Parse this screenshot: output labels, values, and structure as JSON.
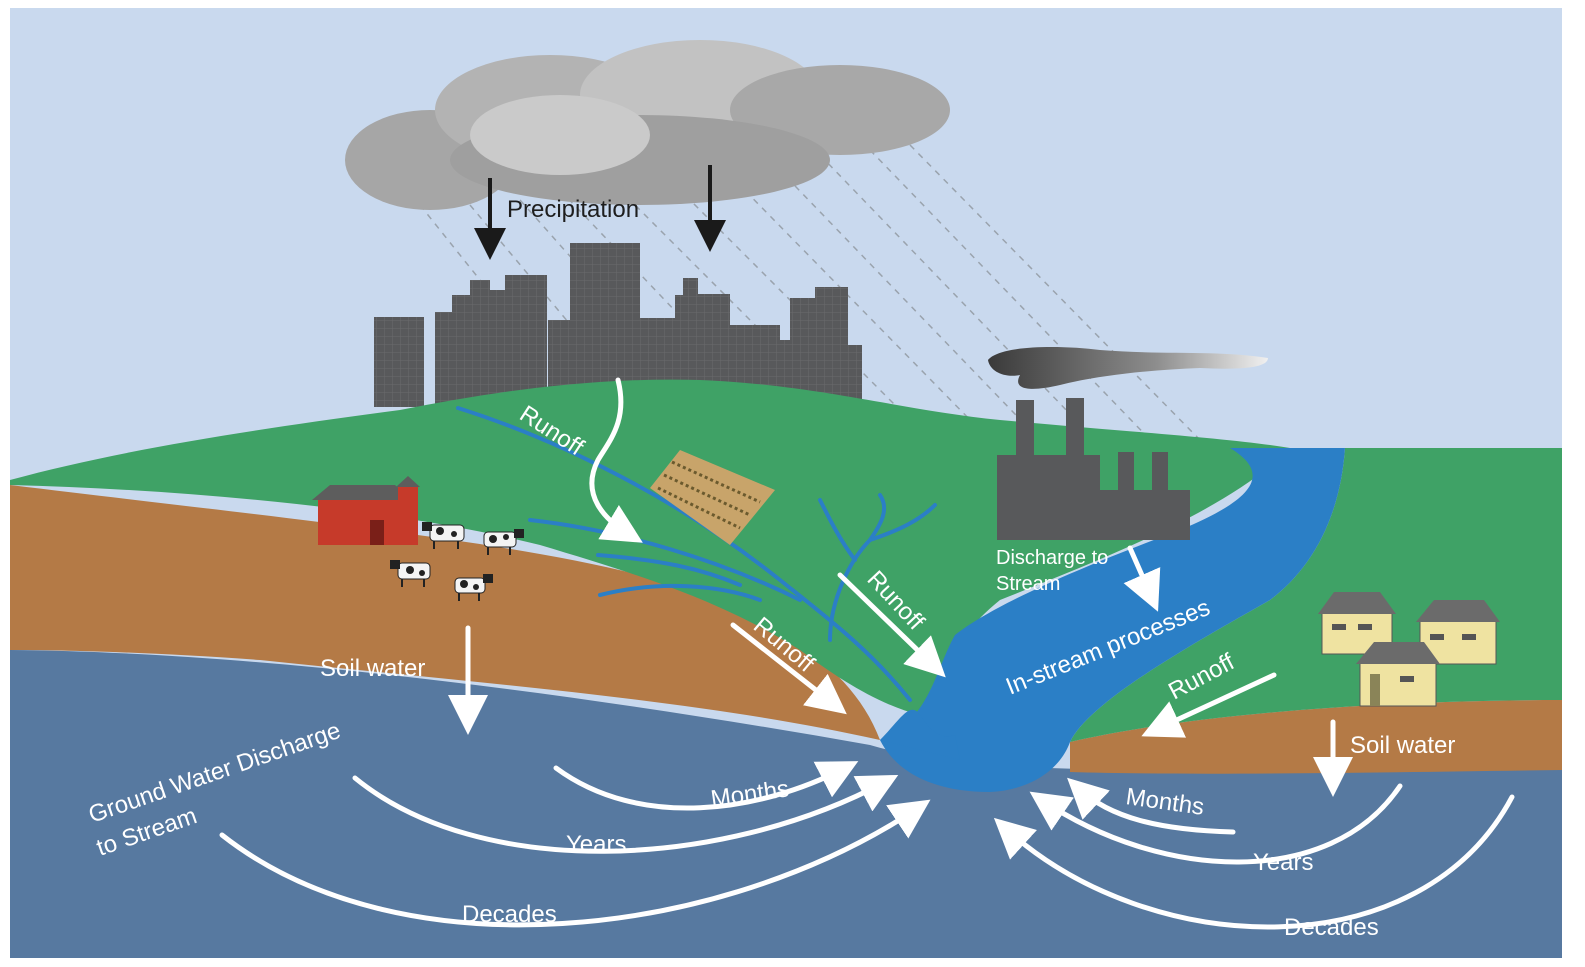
{
  "labels": {
    "precipitation": "Precipitation",
    "runoff_upper": "Runoff",
    "runoff_middle": "Runoff",
    "runoff_center": "Runoff",
    "runoff_right": "Runoff",
    "discharge_to_stream_line1": "Discharge to",
    "discharge_to_stream_line2": "Stream",
    "in_stream_processes": "In-stream processes",
    "soil_water_left": "Soil water",
    "soil_water_right": "Soil water",
    "ground_water_line1": "Ground Water Discharge",
    "ground_water_line2": "to Stream",
    "left_months": "Months",
    "left_years": "Years",
    "left_decades": "Decades",
    "right_months": "Months",
    "right_years": "Years",
    "right_decades": "Decades"
  },
  "colors": {
    "sky": "#c9d9ee",
    "land": "#3fa266",
    "soil": "#b47a46",
    "groundwater": "#5779a0",
    "stream": "#2b7fc6",
    "buildings": "#58595b",
    "barn": "#c63a2a",
    "houses": "#efe3a1"
  }
}
